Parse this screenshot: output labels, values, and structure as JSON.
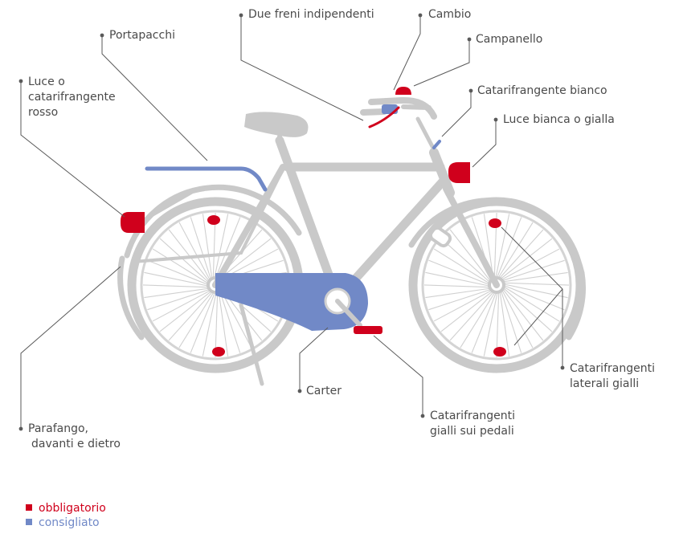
{
  "colors": {
    "frame": "#c9c9c9",
    "required": "#d0001c",
    "recommended": "#7189c7",
    "text": "#4a4a4a",
    "leader": "#5a5a5a"
  },
  "labels": {
    "freni": "Due freni indipendenti",
    "cambio": "Cambio",
    "campanello": "Campanello",
    "portapacchi": "Portapacchi",
    "catarifrangente_bianco": "Catarifrangente bianco",
    "luce_posteriore": [
      "Luce o",
      "catarifrangente",
      "rosso"
    ],
    "luce_anteriore": "Luce bianca o gialla",
    "catarifrangenti_laterali": [
      "Catarifrangenti",
      "laterali gialli"
    ],
    "carter": "Carter",
    "catarifrangenti_pedali": [
      "Catarifrangenti",
      "gialli sui pedali"
    ],
    "parafango": [
      "Parafango,",
      "davanti e dietro"
    ]
  },
  "legend": {
    "required": "obbligatorio",
    "recommended": "consigliato"
  }
}
